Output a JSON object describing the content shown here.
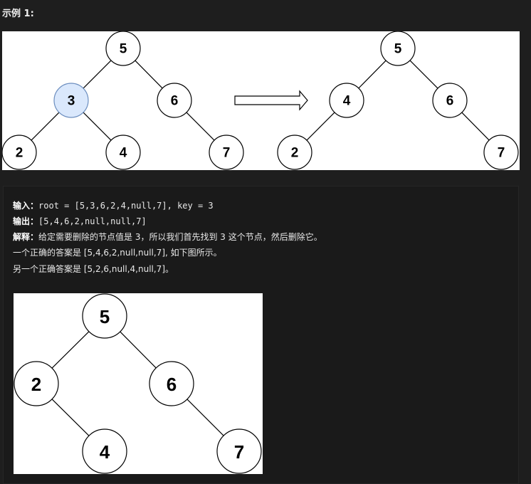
{
  "heading": "示例 1:",
  "figure1": {
    "before_tree": {
      "nodes": [
        {
          "id": "n5",
          "label": "5"
        },
        {
          "id": "n3",
          "label": "3",
          "highlight": true
        },
        {
          "id": "n6",
          "label": "6"
        },
        {
          "id": "n2",
          "label": "2"
        },
        {
          "id": "n4",
          "label": "4"
        },
        {
          "id": "n7",
          "label": "7"
        }
      ],
      "edges": [
        [
          "n5",
          "n3"
        ],
        [
          "n5",
          "n6"
        ],
        [
          "n3",
          "n2"
        ],
        [
          "n3",
          "n4"
        ],
        [
          "n6",
          "n7"
        ]
      ]
    },
    "after_tree": {
      "nodes": [
        {
          "id": "m5",
          "label": "5"
        },
        {
          "id": "m4",
          "label": "4"
        },
        {
          "id": "m6",
          "label": "6"
        },
        {
          "id": "m2",
          "label": "2"
        },
        {
          "id": "m7",
          "label": "7"
        }
      ],
      "edges": [
        [
          "m5",
          "m4"
        ],
        [
          "m5",
          "m6"
        ],
        [
          "m4",
          "m2"
        ],
        [
          "m6",
          "m7"
        ]
      ]
    },
    "highlight_color": "#dae8fc"
  },
  "example": {
    "input_label": "输入：",
    "input_value": "root = [5,3,6,2,4,null,7], key = 3",
    "output_label": "输出：",
    "output_value": "[5,4,6,2,null,null,7]",
    "explain_label": "解释：",
    "explain_text": "给定需要删除的节点值是 3，所以我们首先找到 3 这个节点，然后删除它。",
    "line4": "一个正确的答案是 [5,4,6,2,null,null,7], 如下图所示。",
    "line5": "另一个正确答案是 [5,2,6,null,4,null,7]。"
  },
  "figure2": {
    "tree": {
      "nodes": [
        {
          "id": "k5",
          "label": "5"
        },
        {
          "id": "k2",
          "label": "2"
        },
        {
          "id": "k6",
          "label": "6"
        },
        {
          "id": "k4",
          "label": "4"
        },
        {
          "id": "k7",
          "label": "7"
        }
      ],
      "edges": [
        [
          "k5",
          "k2"
        ],
        [
          "k5",
          "k6"
        ],
        [
          "k2",
          "k4"
        ],
        [
          "k6",
          "k7"
        ]
      ]
    }
  }
}
